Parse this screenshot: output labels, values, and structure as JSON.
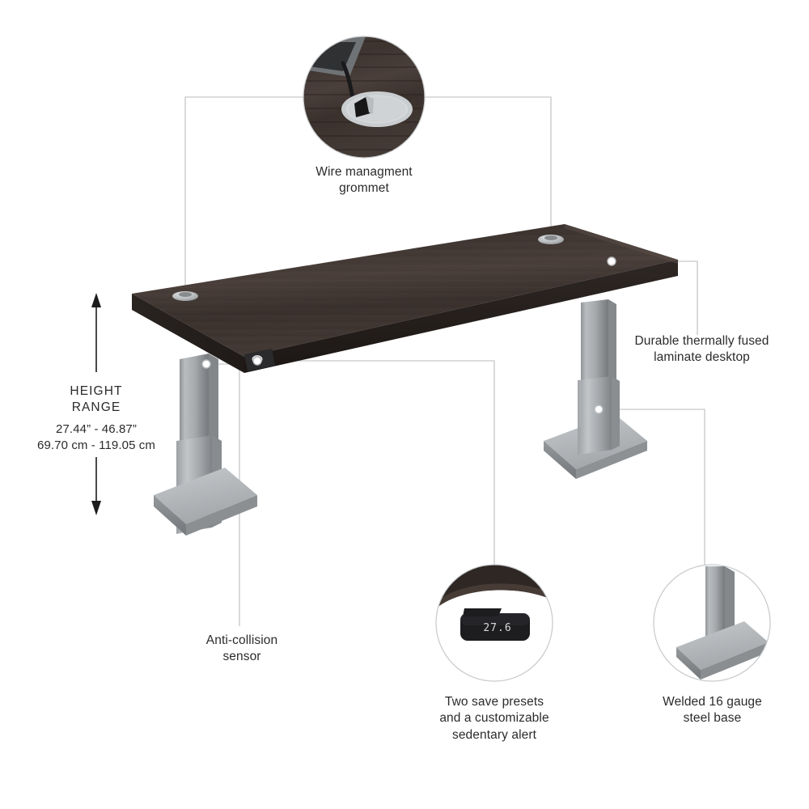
{
  "product": {
    "type": "height-adjustable-standing-desk",
    "desktop_color_hex": "#3b312e",
    "base_color_hex": "#a9adb0",
    "background_hex": "#ffffff",
    "leader_line_hex": "#c7c9cb",
    "text_hex": "#2b2b2b"
  },
  "height_range": {
    "title_line1": "HEIGHT",
    "title_line2": "RANGE",
    "inches": "27.44” - 46.87”",
    "centimeters": "69.70 cm - 119.05 cm",
    "min_in": 27.44,
    "max_in": 46.87,
    "min_cm": 69.7,
    "max_cm": 119.05
  },
  "callouts": [
    {
      "id": "wire-grommet",
      "line1": "Wire managment",
      "line2": "grommet",
      "has_detail_circle": true
    },
    {
      "id": "laminate-desktop",
      "line1": "Durable thermally fused",
      "line2": "laminate desktop",
      "has_detail_circle": false
    },
    {
      "id": "anti-collision-sensor",
      "line1": "Anti-collision",
      "line2": "sensor",
      "has_detail_circle": false
    },
    {
      "id": "control-panel-presets",
      "line1": "Two save presets",
      "line2": "and a customizable",
      "line3": "sedentary alert",
      "has_detail_circle": true
    },
    {
      "id": "steel-base",
      "line1": "Welded 16 gauge",
      "line2": "steel base",
      "has_detail_circle": true
    }
  ],
  "control_panel": {
    "display_value": "27.6",
    "display_color_hex": "#d8d8d8",
    "panel_color_hex": "#1d1d1f"
  }
}
